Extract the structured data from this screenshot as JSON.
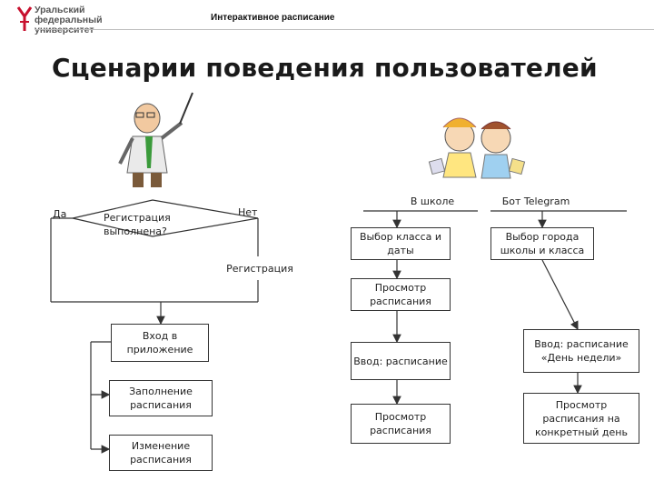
{
  "header": {
    "logo_lines": [
      "Уральский",
      "федеральный",
      "университет"
    ],
    "title": "Интерактивное расписание"
  },
  "page_title": "Сценарии поведения пользователей",
  "flow": {
    "yes_label": "Да",
    "no_label": "Нет",
    "decision": "Регистрация выполнена?",
    "registration": "Регистрация",
    "login": "Вход в приложение",
    "fill": "Заполнение расписания",
    "edit": "Изменение расписания",
    "branch_school": "В школе",
    "branch_bot": "Бот Telegram",
    "school_select": "Выбор класса и даты",
    "school_view": "Просмотр расписания",
    "school_input": "Ввод: расписание",
    "school_view2": "Просмотр расписания",
    "bot_select": "Выбор города школы и класса",
    "bot_input": "Ввод: расписание «День недели»",
    "bot_view": "Просмотр расписания на конкретный день"
  },
  "colors": {
    "logo_red": "#c8102e",
    "line": "#333333"
  }
}
